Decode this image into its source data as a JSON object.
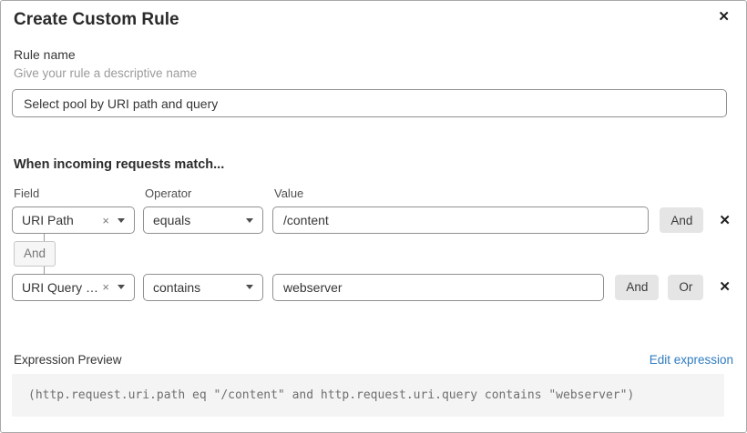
{
  "dialog": {
    "title": "Create Custom Rule"
  },
  "icons": {
    "close": "✕",
    "clear": "×",
    "delete_row": "✕"
  },
  "rule_name": {
    "label": "Rule name",
    "hint": "Give your rule a descriptive name",
    "value": "Select pool by URI path and query"
  },
  "matcher": {
    "heading": "When incoming requests match...",
    "columns": {
      "field": "Field",
      "operator": "Operator",
      "value": "Value"
    },
    "connector": "And",
    "rows": [
      {
        "field": "URI Path",
        "operator": "equals",
        "value": "/content",
        "buttons": [
          "And"
        ]
      },
      {
        "field": "URI Query St...",
        "operator": "contains",
        "value": "webserver",
        "buttons": [
          "And",
          "Or"
        ]
      }
    ]
  },
  "expression": {
    "label": "Expression Preview",
    "edit_link": "Edit expression",
    "code": "(http.request.uri.path eq \"/content\" and http.request.uri.query contains \"webserver\")"
  },
  "colors": {
    "link_blue": "#2f7bbf",
    "button_gray": "#e5e5e5",
    "code_background": "#f4f4f4",
    "input_border": "#909090"
  }
}
